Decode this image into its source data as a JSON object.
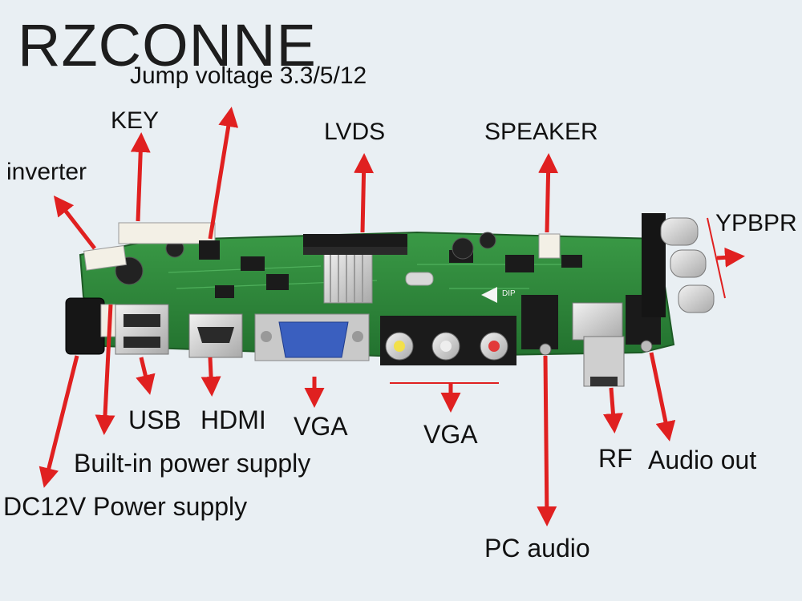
{
  "brand": "RZCONNE",
  "labels": {
    "jump_voltage": "Jump voltage 3.3/5/12",
    "key": "KEY",
    "inverter": "inverter",
    "lvds": "LVDS",
    "speaker": "SPEAKER",
    "ypbpr": "YPBPR",
    "usb": "USB",
    "hdmi": "HDMI",
    "vga_port": "VGA",
    "vga_rca": "VGA",
    "builtin_power": "Built-in power supply",
    "dc12v": "DC12V Power supply",
    "rf": "RF",
    "audio_out": "Audio out",
    "pc_audio": "PC audio",
    "board_dip": "DIP"
  },
  "colors": {
    "arrow": "#e02020",
    "pcb": "#2f8a3c",
    "background": "#e9eff3"
  }
}
